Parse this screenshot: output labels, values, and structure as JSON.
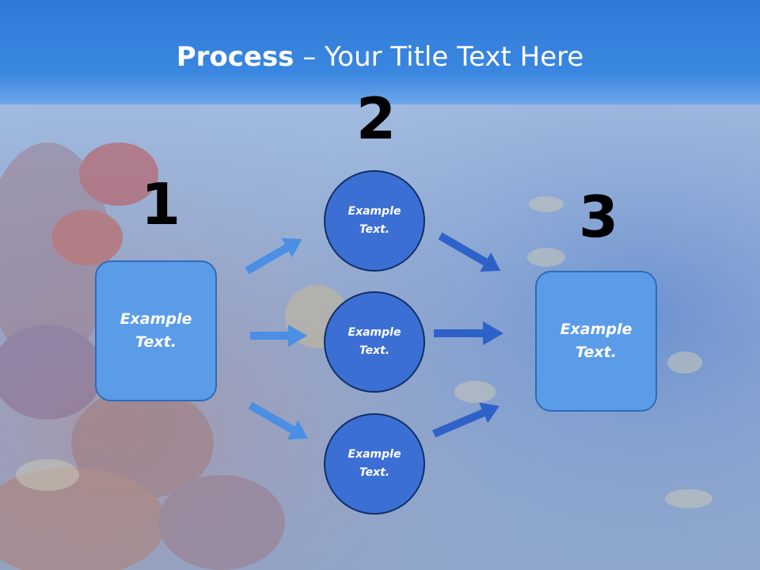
{
  "title": {
    "bold": "Process",
    "rest": " – Your Title Text Here"
  },
  "steps": [
    {
      "number": "1",
      "label": "Example\nText."
    },
    {
      "number": "2",
      "circles": [
        "Example\nText.",
        "Example\nText.",
        "Example\nText."
      ]
    },
    {
      "number": "3",
      "label": "Example\nText."
    }
  ],
  "colors": {
    "titlebar": "#3a87e0",
    "box": "#5b9ce8",
    "circle": "#3b6fd3",
    "arrow_light": "#4a8fe4",
    "arrow_dark": "#2e62c9"
  }
}
